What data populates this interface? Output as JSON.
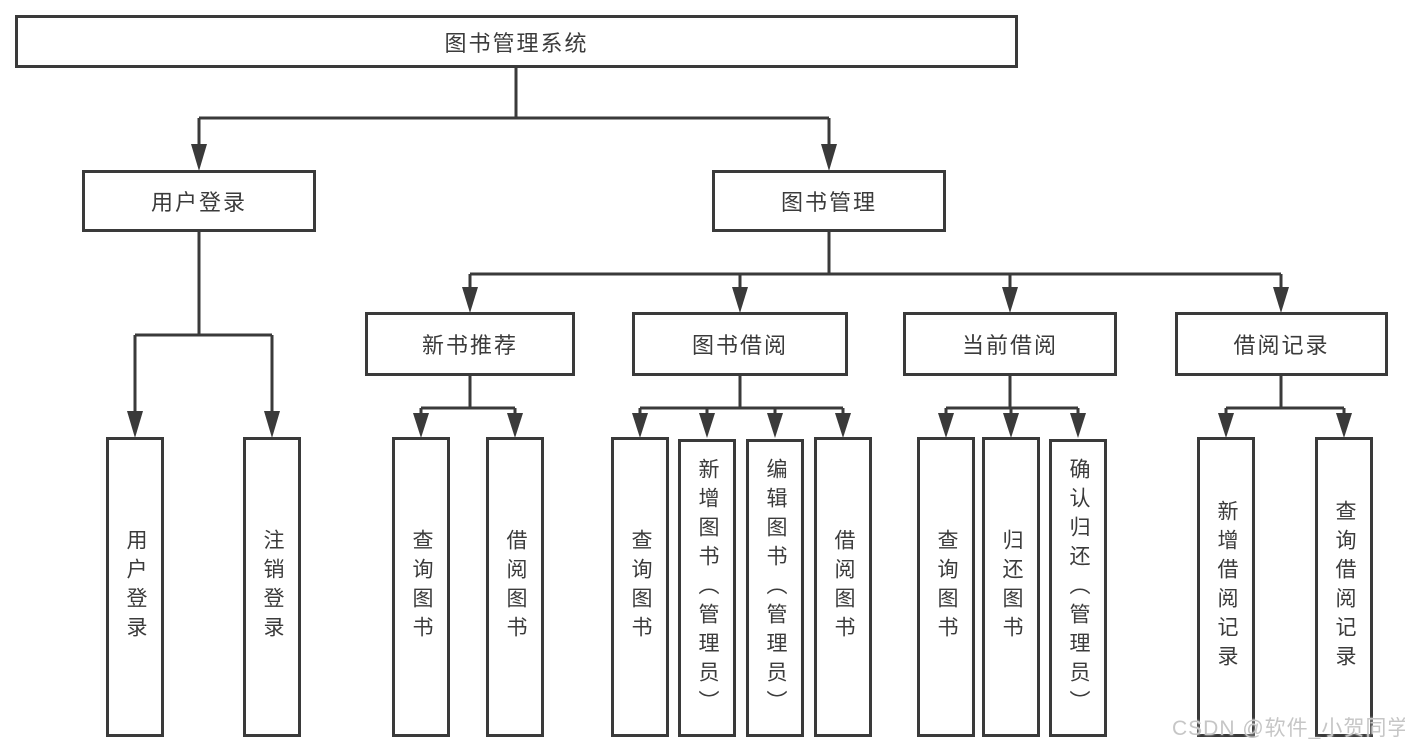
{
  "tree": {
    "root": {
      "label": "图书管理系统"
    },
    "children": [
      {
        "label": "用户登录",
        "children": [
          {
            "label": "用户登录"
          },
          {
            "label": "注销登录"
          }
        ]
      },
      {
        "label": "图书管理",
        "children": [
          {
            "label": "新书推荐",
            "children": [
              {
                "label": "查询图书"
              },
              {
                "label": "借阅图书"
              }
            ]
          },
          {
            "label": "图书借阅",
            "children": [
              {
                "label": "查询图书"
              },
              {
                "label": "新增图书（管理员）"
              },
              {
                "label": "编辑图书（管理员）"
              },
              {
                "label": "借阅图书"
              }
            ]
          },
          {
            "label": "当前借阅",
            "children": [
              {
                "label": "查询图书"
              },
              {
                "label": "归还图书"
              },
              {
                "label": "确认归还（管理员）"
              }
            ]
          },
          {
            "label": "借阅记录",
            "children": [
              {
                "label": "新增借阅记录"
              },
              {
                "label": "查询借阅记录"
              }
            ]
          }
        ]
      }
    ]
  },
  "watermark": {
    "text": "CSDN @软件_小贺同学"
  },
  "colors": {
    "line": "#3a3a3a",
    "box_border": "#3a3a3a",
    "text": "#3b3b3b",
    "watermark": "#c6c6c6",
    "background": "#ffffff"
  }
}
